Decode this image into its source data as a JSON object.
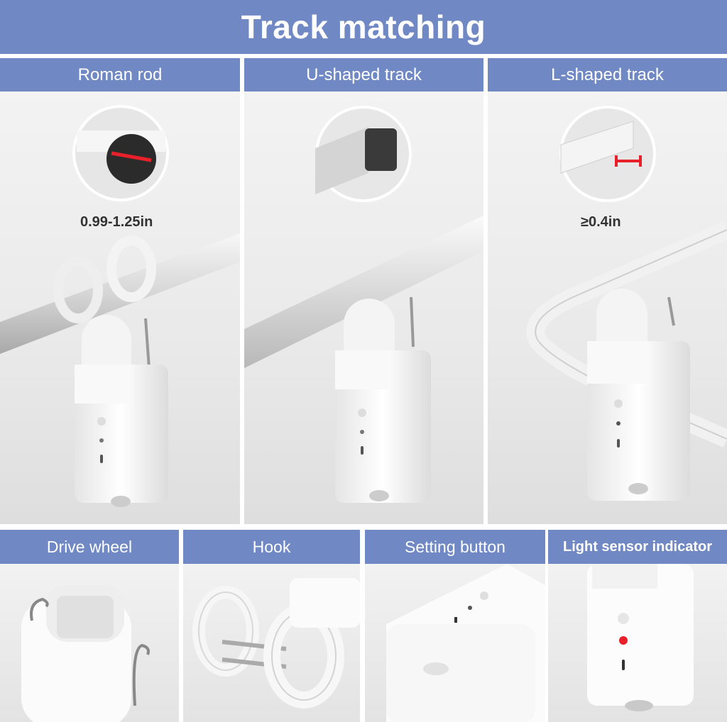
{
  "title": "Track matching",
  "tracks": [
    {
      "label": "Roman rod",
      "measurement": "0.99-1.25in"
    },
    {
      "label": "U-shaped track",
      "measurement": ""
    },
    {
      "label": "L-shaped track",
      "measurement": "≥0.4in"
    }
  ],
  "features": [
    {
      "label": "Drive wheel"
    },
    {
      "label": "Hook"
    },
    {
      "label": "Setting button"
    },
    {
      "label": "Light sensor indicator"
    }
  ],
  "colors": {
    "header": "#7088c4",
    "indicator": "#e8202a",
    "measure_line": "#e8202a"
  }
}
